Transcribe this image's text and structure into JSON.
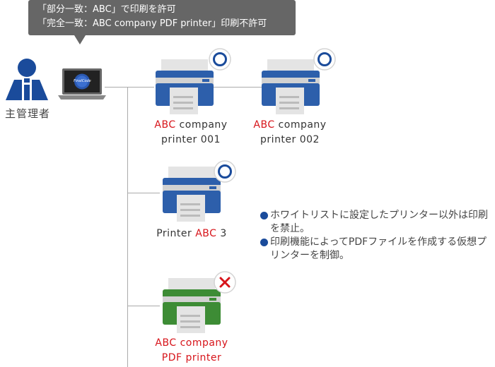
{
  "tooltip": {
    "line1": "「部分一致：ABC」で印刷を許可",
    "line2": "「完全一致：ABC company PDF printer」印刷不許可"
  },
  "admin": {
    "label": "主管理者",
    "laptop_screen_text": "FinalCode"
  },
  "printers": [
    {
      "label_parts": [
        "ABC",
        " company",
        "printer 001"
      ],
      "status": "allowed",
      "status_icon": "circle-icon",
      "color": "#2d5fab"
    },
    {
      "label_parts": [
        "ABC",
        " company",
        "printer 002"
      ],
      "status": "allowed",
      "status_icon": "circle-icon",
      "color": "#2d5fab"
    },
    {
      "label_parts": [
        "Printer ",
        "ABC",
        " 3"
      ],
      "status": "allowed",
      "status_icon": "circle-icon",
      "color": "#2d5fab"
    },
    {
      "label_parts": [
        "ABC company",
        "PDF printer"
      ],
      "status": "denied",
      "status_icon": "cross-icon",
      "color": "#3d8c35"
    }
  ],
  "notes": [
    "ホワイトリストに設定したプリンター以外は印刷を禁止。",
    "印刷機能によってPDFファイルを作成する仮想プリンターを制御。"
  ],
  "colors": {
    "brand_blue": "#1a4b9b",
    "printer_blue": "#2d5fab",
    "printer_green": "#3d8c35",
    "highlight_red": "#d7141a",
    "tooltip_bg": "#666666"
  }
}
